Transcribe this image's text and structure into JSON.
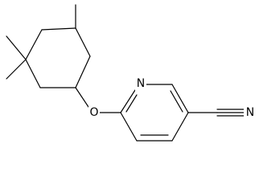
{
  "molecule": {
    "atoms": {
      "oxygen": {
        "symbol": "O"
      },
      "pyridine_nitrogen": {
        "symbol": "N"
      },
      "nitrile_nitrogen": {
        "symbol": "N"
      }
    }
  },
  "colors": {
    "background": "#ffffff",
    "bond": "#000000",
    "label": "#000000"
  }
}
